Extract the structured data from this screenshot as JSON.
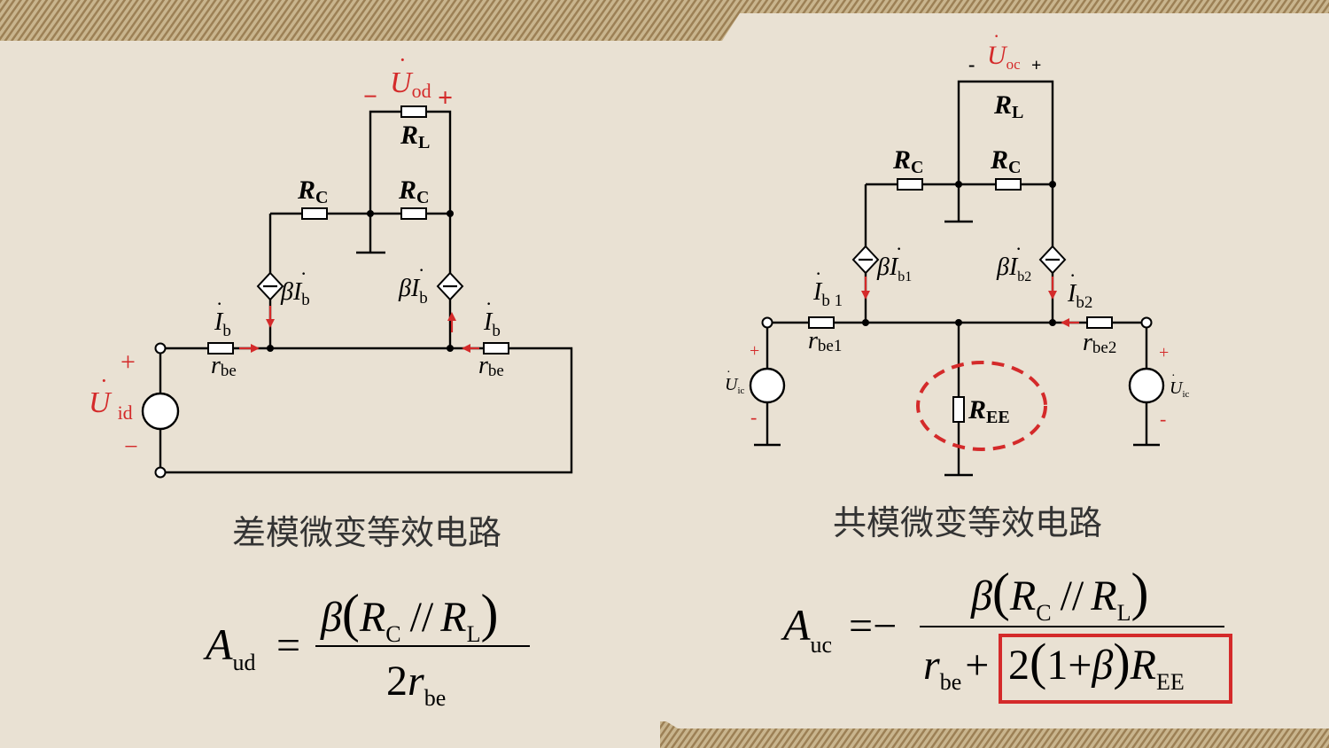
{
  "left": {
    "caption": "差模微变等效电路",
    "labels": {
      "rl": {
        "main": "R",
        "sub": "L"
      },
      "rc1": {
        "main": "R",
        "sub": "C"
      },
      "rc2": {
        "main": "R",
        "sub": "C"
      },
      "uod": {
        "main": "U",
        "sub": "od",
        "minus": "−",
        "plus": "+"
      },
      "uid": {
        "main": "U",
        "sub": "id",
        "plus": "+",
        "minus": "−"
      },
      "beta1": {
        "beta": "β",
        "main": "I",
        "sub": "b"
      },
      "beta2": {
        "beta": "β",
        "main": "I",
        "sub": "b"
      },
      "ib1": {
        "main": "I",
        "sub": "b"
      },
      "ib2": {
        "main": "I",
        "sub": "b"
      },
      "rbe1": {
        "main": "r",
        "sub": "be"
      },
      "rbe2": {
        "main": "r",
        "sub": "be"
      }
    },
    "formula": {
      "lhs": "A",
      "lhs_sub": "ud",
      "eq": "=",
      "num_beta": "β",
      "num_R1": "R",
      "num_R1_sub": "C",
      "num_par": "//",
      "num_R2": "R",
      "num_R2_sub": "L",
      "den_two": "2",
      "den_r": "r",
      "den_r_sub": "be"
    }
  },
  "right": {
    "caption": "共模微变等效电路",
    "labels": {
      "rl": {
        "main": "R",
        "sub": "L"
      },
      "rc1": {
        "main": "R",
        "sub": "C"
      },
      "rc2": {
        "main": "R",
        "sub": "C"
      },
      "uoc": {
        "main": "U",
        "sub": "oc",
        "minus": "-",
        "plus": "+"
      },
      "beta1": {
        "beta": "β",
        "main": "I",
        "sub": "b1"
      },
      "beta2": {
        "beta": "β",
        "main": "I",
        "sub": "b2"
      },
      "ib1": {
        "main": "I",
        "sub": "b 1"
      },
      "ib2": {
        "main": "I",
        "sub": "b2"
      },
      "rbe1": {
        "main": "r",
        "sub": "be1"
      },
      "rbe2": {
        "main": "r",
        "sub": "be2"
      },
      "ree": {
        "main": "R",
        "sub": "EE"
      },
      "uic1": {
        "main": "U",
        "sub": "ic",
        "plus": "+",
        "minus": "-"
      },
      "uic2": {
        "main": "U",
        "sub": "ic",
        "plus": "+",
        "minus": "-"
      }
    },
    "formula": {
      "lhs": "A",
      "lhs_sub": "uc",
      "eq": "=−",
      "num_beta": "β",
      "num_R1": "R",
      "num_R1_sub": "C",
      "num_par": "//",
      "num_R2": "R",
      "num_R2_sub": "L",
      "den_r": "r",
      "den_r_sub": "be",
      "den_plus": "+",
      "boxed_two": "2",
      "boxed_one": "1",
      "boxed_plus": "+",
      "boxed_beta": "β",
      "boxed_R": "R",
      "boxed_R_sub": "EE"
    }
  },
  "colors": {
    "background": "#e9e1d3",
    "accent_red": "#d42a2a",
    "border_gold": "#b89c6a"
  }
}
